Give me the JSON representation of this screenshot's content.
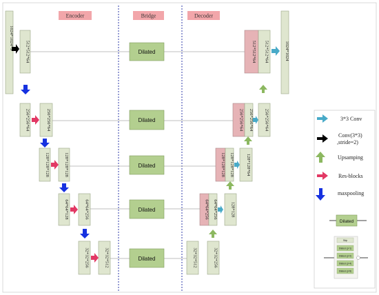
{
  "headers": {
    "encoder": "Encoder",
    "bridge": "Bridge",
    "decoder": "Decoder"
  },
  "encoder": {
    "input": "1024*1024*3",
    "l1": "512*512*64",
    "l2a": "256*256*64",
    "l2b": "256*256*64",
    "l3a": "128*128*128",
    "l3b": "128*128*128",
    "l4a": "64*64*128",
    "l4b": "64*64*256",
    "l5a": "32*32*256",
    "l5b": "32*32*512"
  },
  "bridge": {
    "dilated_label": "Dilated"
  },
  "decoder": {
    "l1a": "512*512*64",
    "l1b": "512*512*64",
    "output": "1024*1024",
    "l2a": "256*256*64",
    "l2b": "256*256*64",
    "l3a": "128*128*128",
    "l3b": "128*128*64",
    "l4a": "64*64*256",
    "l4b": "128*128",
    "l5a": "32*32*512",
    "l5b": "32*32*256"
  },
  "legend": {
    "conv33": "3*3 Conv",
    "conv_stride": "Conv(3*3)",
    "conv_stride2": ",stride=2)",
    "upsampling": "Upsamping",
    "resblocks": "Res-blocks",
    "maxpooling": "maxpooling",
    "dilated": "Dilated",
    "detail": {
      "skip": "Skip",
      "items": [
        "Dilated (p=1)",
        "Dilated (p=2)",
        "Dilated (p=4)",
        "Dilated (p=8)"
      ]
    }
  },
  "colors": {
    "feature_block": "#dfe6cf",
    "feature_border": "#9aa486",
    "concat_block": "#e6b3b6",
    "dilated_block": "#b3cf8f",
    "header_bg": "#f2a6aa",
    "divider": "#2e3aa8",
    "arrow_conv": "#48aac8",
    "arrow_stride": "#000000",
    "arrow_up": "#8cb860",
    "arrow_res": "#e23864",
    "arrow_pool": "#1631e0"
  }
}
